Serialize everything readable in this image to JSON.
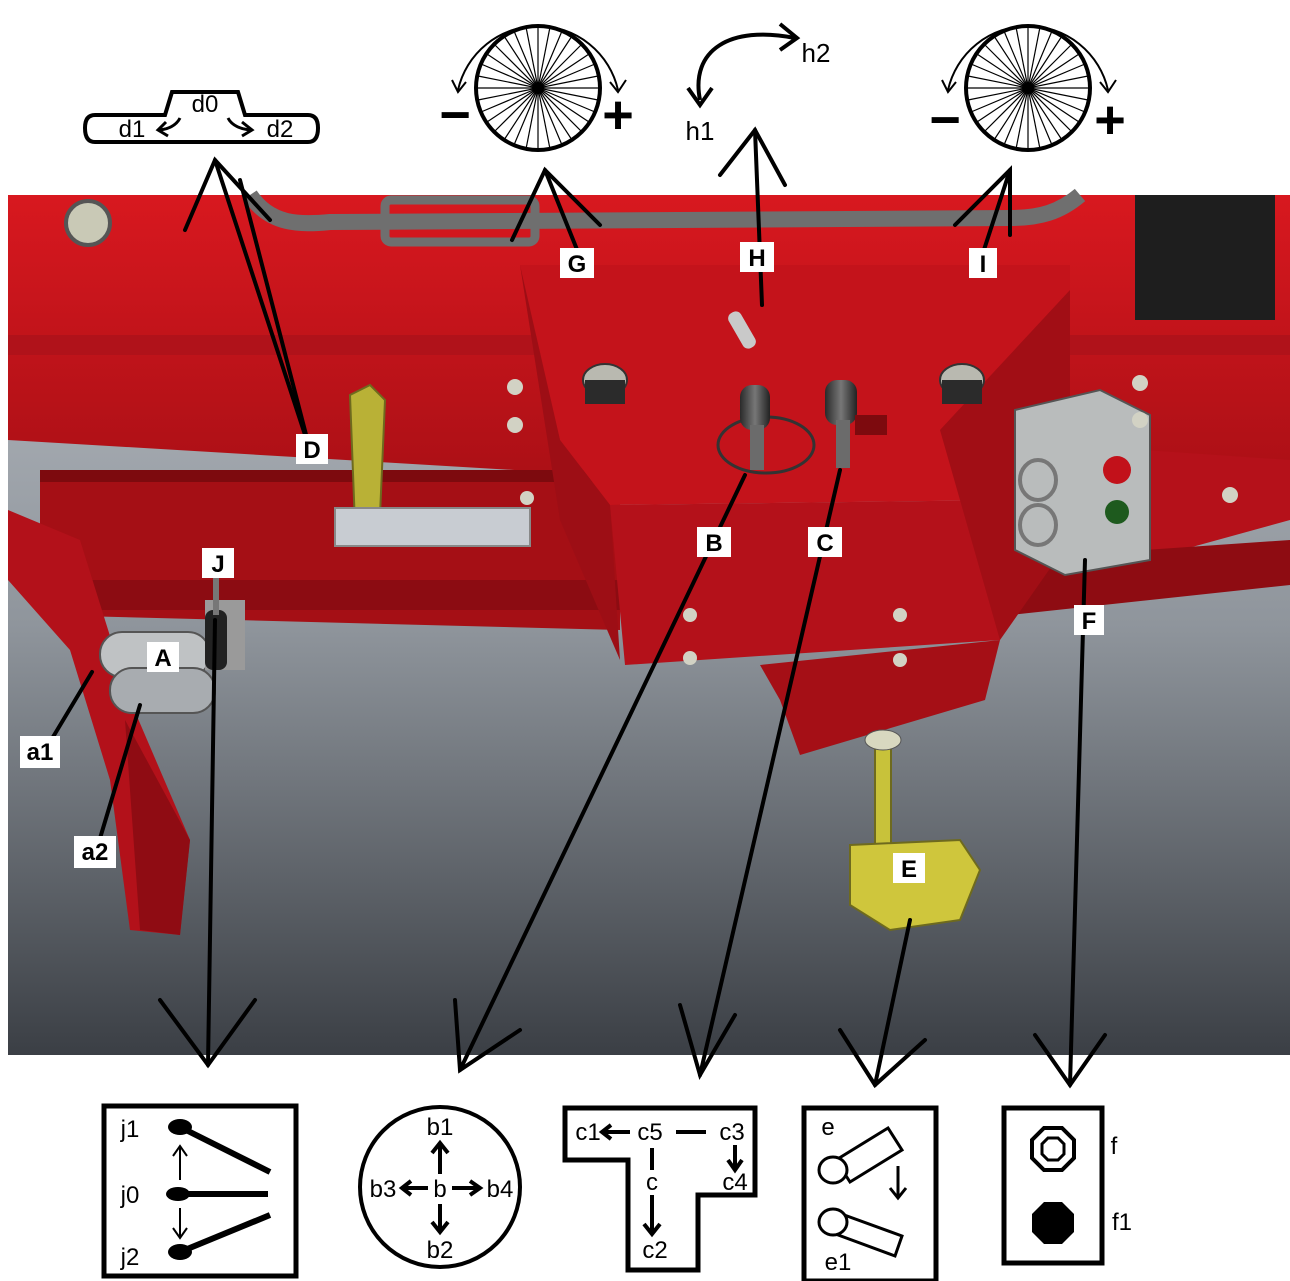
{
  "callouts": {
    "A": "A",
    "a1": "a1",
    "a2": "a2",
    "B": "B",
    "C": "C",
    "D": "D",
    "E": "E",
    "F": "F",
    "G": "G",
    "H": "H",
    "I": "I",
    "J": "J"
  },
  "top_symbols": {
    "d": {
      "d0": "d0",
      "d1": "d1",
      "d2": "d2"
    },
    "h": {
      "h1": "h1",
      "h2": "h2"
    },
    "wheel_minus": "−",
    "wheel_plus": "+"
  },
  "bottom_symbols": {
    "j": {
      "j0": "j0",
      "j1": "j1",
      "j2": "j2"
    },
    "b": {
      "b": "b",
      "b1": "b1",
      "b2": "b2",
      "b3": "b3",
      "b4": "b4"
    },
    "c": {
      "c": "c",
      "c1": "c1",
      "c2": "c2",
      "c3": "c3",
      "c4": "c4",
      "c5": "c5"
    },
    "e": {
      "e": "e",
      "e1": "e1"
    },
    "f": {
      "f": "f",
      "f1": "f1"
    }
  },
  "colors": {
    "machine_red": "#c8141c",
    "machine_dark": "#7d0a0e",
    "floor_top": "#9aa0a8",
    "floor_bottom": "#3c4046",
    "yellow_part": "#c9c23a",
    "steel": "#b4b8bc"
  }
}
